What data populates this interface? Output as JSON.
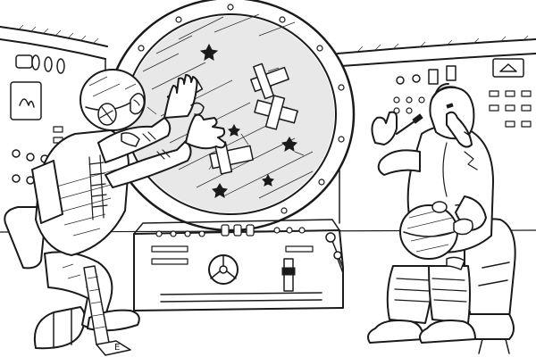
{
  "scene": {
    "style": "black ink line drawing",
    "characters": [
      "astronaut-at-porthole",
      "astronaut-seated-with-helmet"
    ]
  },
  "printout": {
    "mark": "E"
  },
  "colors": {
    "ink": "#1a1a1a",
    "paper": "#ffffff"
  }
}
